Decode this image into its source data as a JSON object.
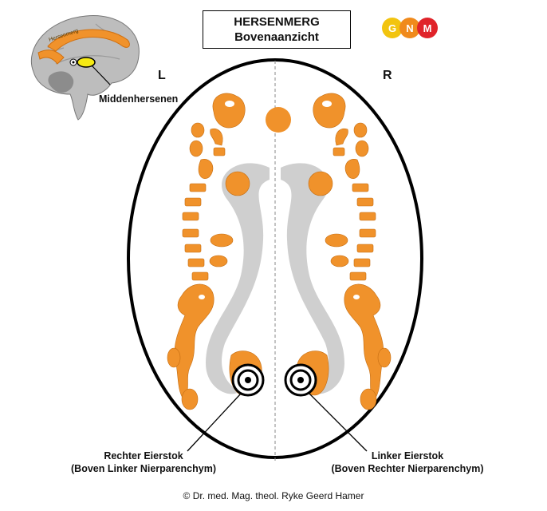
{
  "title": {
    "line1": "HERSENMERG",
    "line2": "Bovenaanzicht"
  },
  "logo": {
    "letters": [
      "G",
      "N",
      "M"
    ],
    "colors": [
      "#f2c40f",
      "#f08a1c",
      "#e0232a"
    ]
  },
  "sides": {
    "left": "L",
    "right": "R"
  },
  "inset": {
    "brain_region_label": "Hersenmerg",
    "pointer_label": "Middenhersenen"
  },
  "annotations": {
    "left": {
      "line1": "Rechter Eierstok",
      "line2": "(Boven Linker Nierparenchym)"
    },
    "right": {
      "line1": "Linker Eierstok",
      "line2": "(Boven Rechter Nierparenchym)"
    }
  },
  "copyright": "© Dr. med. Mag. theol. Ryke Geerd Hamer",
  "colors": {
    "relay": "#f0922b",
    "ventricle": "#cfcfcf",
    "outline": "#000000",
    "inset_highlight": "#f5ea14"
  }
}
